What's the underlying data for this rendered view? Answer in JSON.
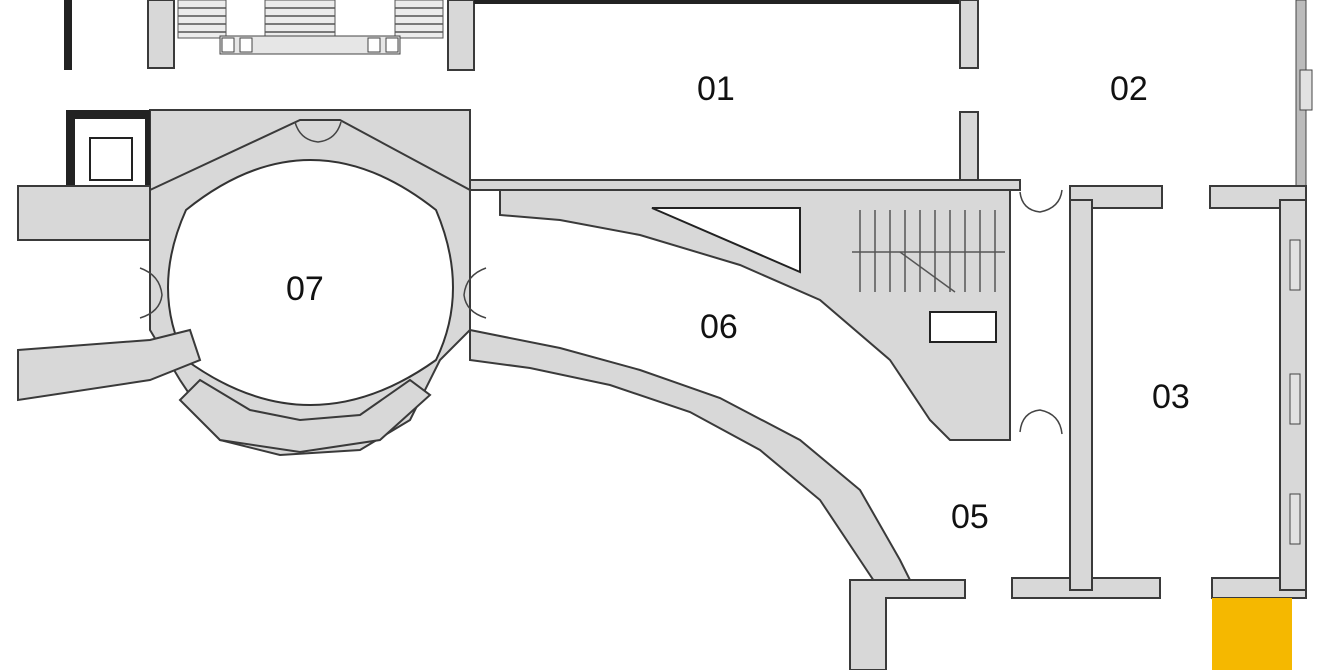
{
  "floor_plan": {
    "rooms": [
      {
        "id": "01",
        "label": "01"
      },
      {
        "id": "02",
        "label": "02"
      },
      {
        "id": "03",
        "label": "03"
      },
      {
        "id": "05",
        "label": "05"
      },
      {
        "id": "06",
        "label": "06"
      },
      {
        "id": "07",
        "label": "07"
      }
    ],
    "colors": {
      "wall_fill": "#d8d8d8",
      "wall_stroke": "#3a3a3a",
      "highlight": "#f5b800",
      "background": "#ffffff"
    }
  }
}
